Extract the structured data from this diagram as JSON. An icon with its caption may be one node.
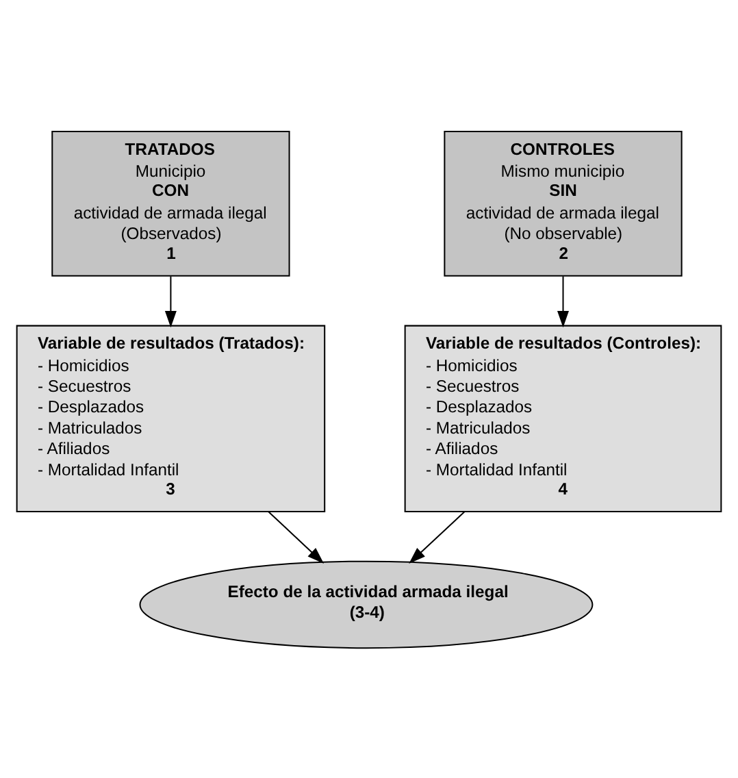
{
  "diagram": {
    "nodes": [
      {
        "text": [
          "TRATADOS",
          "Municipio",
          "CON",
          "actividad de armada ilegal",
          "(Observados)",
          "1"
        ]
      },
      {
        "text": [
          "CONTROLES",
          "Mismo municipio",
          "SIN",
          "actividad de armada ilegal",
          "(No observable)",
          "2"
        ]
      },
      {
        "text": [
          "Variable de resultados (Tratados):",
          "- Homicidios",
          "- Secuestros",
          "- Desplazados",
          "- Matriculados",
          "- Afiliados",
          "- Mortalidad Infantil",
          "3"
        ]
      },
      {
        "text": [
          "Variable de resultados (Controles):",
          "- Homicidios",
          "- Secuestros",
          "- Desplazados",
          "- Matriculados",
          "- Afiliados",
          "- Mortalidad Infantil",
          "4"
        ]
      },
      {
        "text": [
          "Efecto de la actividad armada ilegal",
          "(3-4)"
        ]
      }
    ],
    "edges": [
      {
        "from": 0,
        "to": 2,
        "arrow": "to"
      },
      {
        "from": 1,
        "to": 3,
        "arrow": "to"
      },
      {
        "from": 2,
        "to": 4,
        "arrow": "to"
      },
      {
        "from": 3,
        "to": 4,
        "arrow": "to"
      }
    ]
  }
}
